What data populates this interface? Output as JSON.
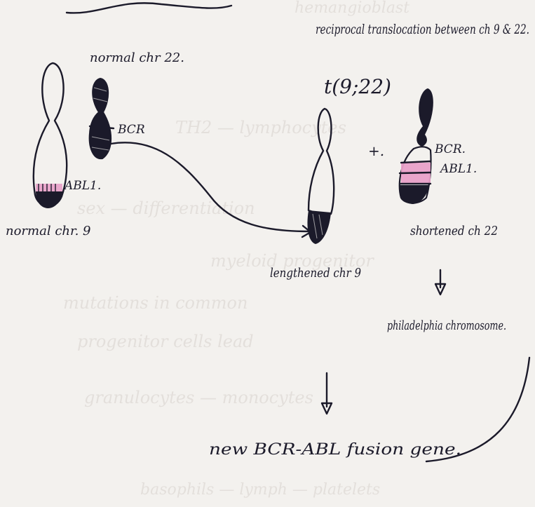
{
  "diagram": {
    "title": "reciprocal translocation between ch 9 & 22.",
    "notation": "t(9;22)",
    "normal_chr22_label": "normal chr 22.",
    "normal_chr9_label": "normal chr. 9",
    "lengthened_chr9_label": "lengthened chr 9",
    "shortened_chr22_label": "shortened ch 22",
    "philadelphia_label": "philadelphia chromosome.",
    "fusion_gene_label": "new BCR-ABL fusion gene.",
    "plus_sign": "+.",
    "genes": {
      "bcr": "BCR",
      "bcr_on_shortened": "BCR.",
      "abl_on_normal9": "ABL1.",
      "abl_on_shortened": "ABL1."
    },
    "colors": {
      "ink": "#1b1a2a",
      "abl_pink": "#e8a0c8",
      "paper": "#f3f1ee"
    },
    "icons": [
      "down-arrow-icon"
    ]
  }
}
